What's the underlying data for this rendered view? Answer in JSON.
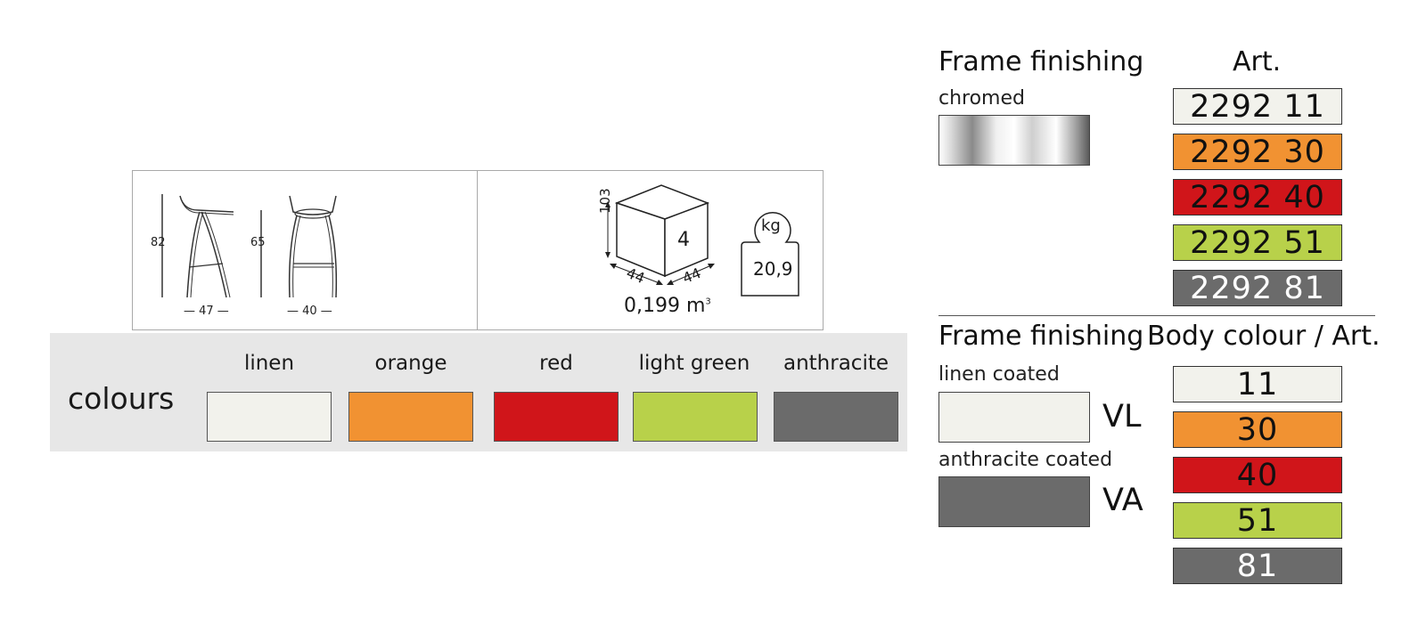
{
  "dimensions": {
    "height_82": "82",
    "height_65": "65",
    "width_47": "— 47 —",
    "width_40": "— 40 —"
  },
  "packaging": {
    "height": "103",
    "qty": "4",
    "side_a": "44",
    "side_b": "44",
    "volume": "0,199 m",
    "volume_sup": "3",
    "weight_unit": "kg",
    "weight": "20,9"
  },
  "colours": {
    "title": "colours",
    "items": [
      {
        "label": "linen",
        "color": "#f2f2ec"
      },
      {
        "label": "orange",
        "color": "#f19232"
      },
      {
        "label": "red",
        "color": "#d0151a"
      },
      {
        "label": "light green",
        "color": "#b8d14a"
      },
      {
        "label": "anthracite",
        "color": "#6b6b6b"
      }
    ]
  },
  "chromed": {
    "heading": "Frame finishing",
    "art_heading": "Art.",
    "finish_label": "chromed",
    "articles": [
      {
        "code": "2292 11",
        "color": "#f2f2ec",
        "text_color": "#111111"
      },
      {
        "code": "2292 30",
        "color": "#f19232",
        "text_color": "#111111"
      },
      {
        "code": "2292 40",
        "color": "#d0151a",
        "text_color": "#111111"
      },
      {
        "code": "2292 51",
        "color": "#b8d14a",
        "text_color": "#111111"
      },
      {
        "code": "2292 81",
        "color": "#6b6b6b",
        "text_color": "#ffffff"
      }
    ]
  },
  "coated": {
    "heading": "Frame finishing",
    "art_heading": "Body colour / Art.",
    "finishes": [
      {
        "label": "linen coated",
        "code": "VL",
        "color": "#f2f2ec"
      },
      {
        "label": "anthracite coated",
        "code": "VA",
        "color": "#6b6b6b"
      }
    ],
    "articles": [
      {
        "code": "11",
        "color": "#f2f2ec",
        "text_color": "#111111"
      },
      {
        "code": "30",
        "color": "#f19232",
        "text_color": "#111111"
      },
      {
        "code": "40",
        "color": "#d0151a",
        "text_color": "#111111"
      },
      {
        "code": "51",
        "color": "#b8d14a",
        "text_color": "#111111"
      },
      {
        "code": "81",
        "color": "#6b6b6b",
        "text_color": "#ffffff"
      }
    ]
  }
}
